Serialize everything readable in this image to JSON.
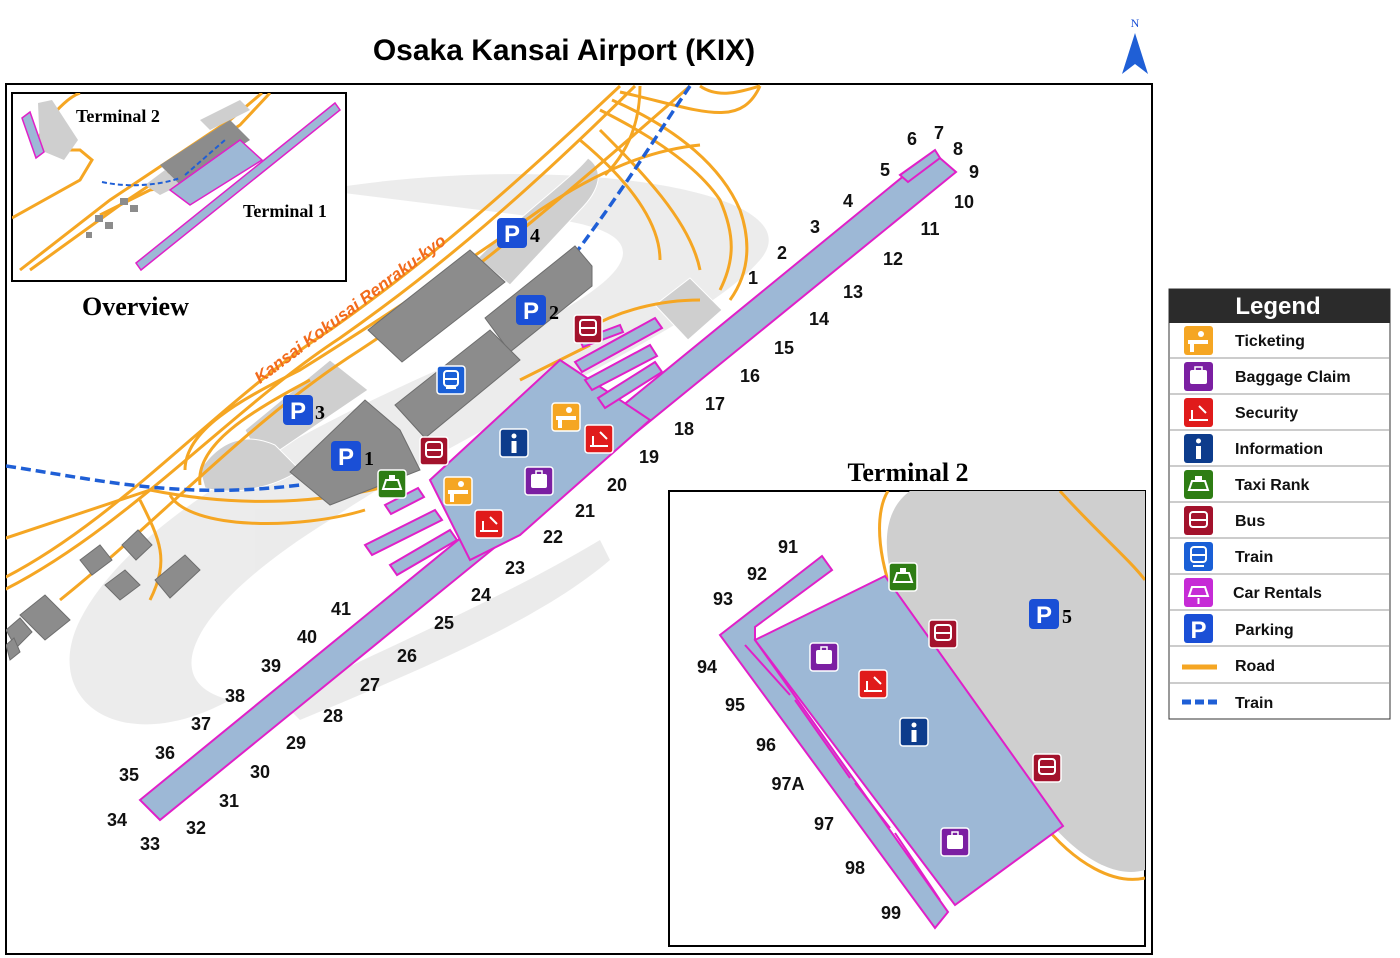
{
  "title": "Osaka Kansai Airport (KIX)",
  "north_label": "N",
  "road_name": "Kansai Kokusai Renraku-kyo",
  "overview": {
    "caption": "Overview",
    "terminal2_label": "Terminal 2",
    "terminal1_label": "Terminal 1"
  },
  "terminal2_inset": {
    "caption": "Terminal 2",
    "gates": [
      "91",
      "92",
      "93",
      "94",
      "95",
      "96",
      "97A",
      "97",
      "98",
      "99"
    ],
    "parking": "5"
  },
  "parking_numbers": [
    "1",
    "2",
    "3",
    "4"
  ],
  "gates_terminal1": [
    "1",
    "2",
    "3",
    "4",
    "5",
    "6",
    "7",
    "8",
    "9",
    "10",
    "11",
    "12",
    "13",
    "14",
    "15",
    "16",
    "17",
    "18",
    "19",
    "20",
    "21",
    "22",
    "23",
    "24",
    "25",
    "26",
    "27",
    "28",
    "29",
    "30",
    "31",
    "32",
    "33",
    "34",
    "35",
    "36",
    "37",
    "38",
    "39",
    "40",
    "41"
  ],
  "legend": {
    "title": "Legend",
    "items": [
      {
        "label": "Ticketing",
        "icon": "ticketing-icon",
        "color": "#f5a623"
      },
      {
        "label": "Baggage Claim",
        "icon": "baggage-claim-icon",
        "color": "#7b1fa2"
      },
      {
        "label": "Security",
        "icon": "security-icon",
        "color": "#e01b1b"
      },
      {
        "label": "Information",
        "icon": "information-icon",
        "color": "#0d3c8c"
      },
      {
        "label": "Taxi Rank",
        "icon": "taxi-icon",
        "color": "#2e7d14"
      },
      {
        "label": "Bus",
        "icon": "bus-icon",
        "color": "#a3122c"
      },
      {
        "label": "Train",
        "icon": "train-icon",
        "color": "#1a5fd6"
      },
      {
        "label": "Car Rentals",
        "icon": "car-rental-icon",
        "color": "#c62bd6"
      },
      {
        "label": "Parking",
        "icon": "parking-icon",
        "color": "#1a4fd6"
      },
      {
        "label": "Road",
        "icon": "road-line",
        "color": "#f5a623"
      },
      {
        "label": "Train",
        "icon": "train-line",
        "color": "#1f5fd6"
      }
    ]
  },
  "colors": {
    "terminal_fill": "#9db8d6",
    "terminal_outline": "#e020c8",
    "building": "#8c8c8c",
    "parking_lot": "#cfcfcf",
    "road": "#f5a623",
    "train_line": "#1f5fd6"
  }
}
